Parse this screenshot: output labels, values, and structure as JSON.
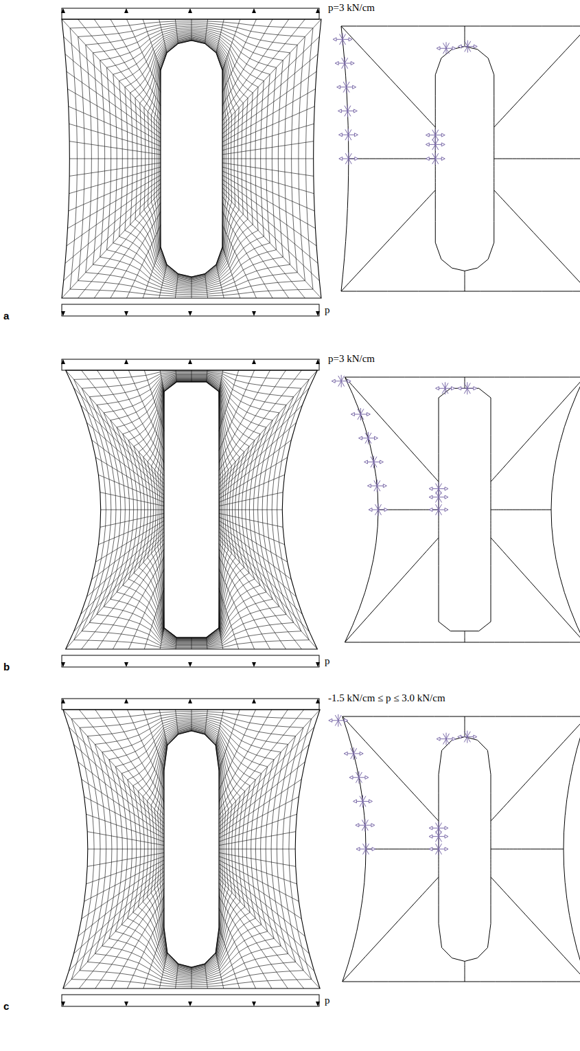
{
  "diagram": {
    "labels": [
      "p=3 kN/cm",
      "a",
      "p",
      "p=3 kN/cm",
      "b",
      "p",
      "-1.5 kN/cm ≤ p ≤ 3.0 kN/cm",
      "c",
      "p"
    ]
  }
}
